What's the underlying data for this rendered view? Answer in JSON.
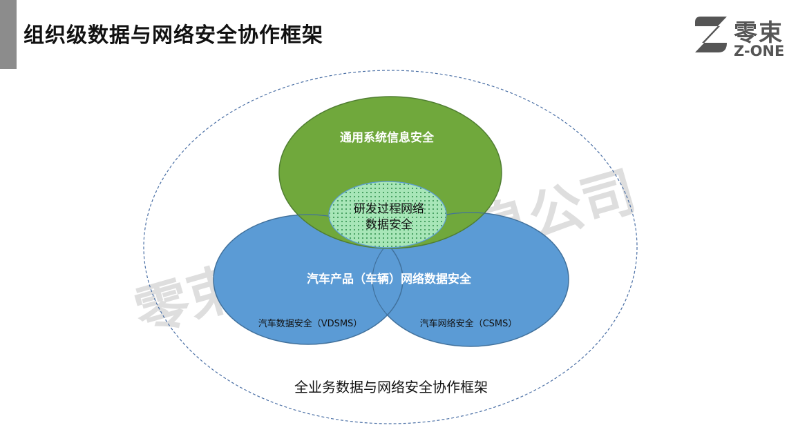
{
  "slide": {
    "title": "组织级数据与网络安全协作框架"
  },
  "logo": {
    "cn": "零束",
    "en": "Z-ONE"
  },
  "watermark": {
    "left": "零束",
    "right": "息公司"
  },
  "diagram": {
    "outer_label": "全业务数据与网络安全协作框架",
    "top_circle_label": "通用系统信息安全",
    "center_label_line1": "研发过程网络",
    "center_label_line2": "数据安全",
    "bottom_label": "汽车产品（车辆）网络数据安全",
    "left_sub_label": "汽车数据安全（VDSMS）",
    "right_sub_label": "汽车网络安全（CSMS）"
  },
  "colors": {
    "green": "#70a83c",
    "blue": "#5b9bd5",
    "center_fill": "#9fe0b0",
    "outline": "#4a6fa5"
  }
}
